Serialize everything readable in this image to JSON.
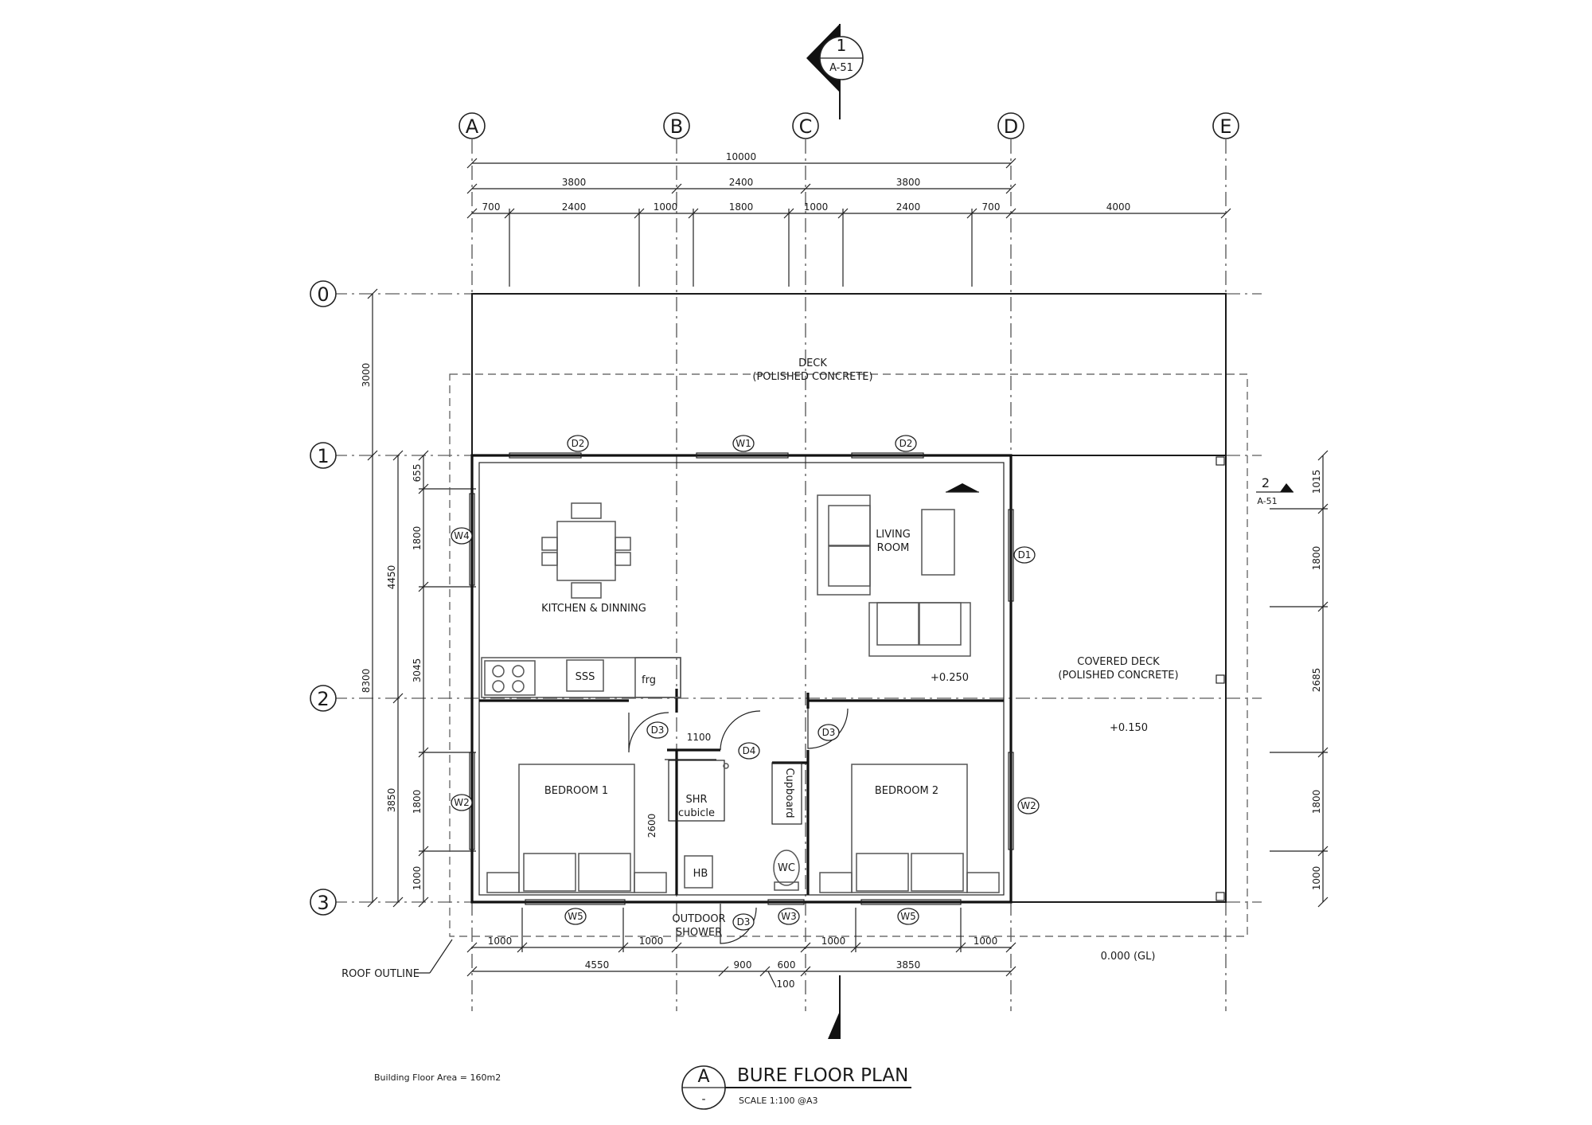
{
  "section_marker": {
    "number": "1",
    "sheet": "A-51"
  },
  "section_marker_side": {
    "number": "2",
    "sheet": "A-51"
  },
  "grid": {
    "columns": [
      "A",
      "B",
      "C",
      "D",
      "E"
    ],
    "rows": [
      "0",
      "1",
      "2",
      "3"
    ]
  },
  "dims": {
    "top_overall": "10000",
    "top_bays": [
      "3800",
      "2400",
      "3800"
    ],
    "top_openings": [
      "700",
      "2400",
      "1000",
      "1800",
      "1000",
      "2400",
      "700",
      "4000"
    ],
    "left_outer": [
      "3000",
      "8300"
    ],
    "left_mid": [
      "4450",
      "3850"
    ],
    "left_inner": [
      "655",
      "1800",
      "3045",
      "1800",
      "1000"
    ],
    "right": [
      "1015",
      "1800",
      "2685",
      "1800",
      "1000"
    ],
    "bottom_openings": [
      "1000",
      "1000",
      "1000",
      "1000"
    ],
    "bottom_bays": [
      "4550",
      "900",
      "600",
      "3850"
    ],
    "bottom_small": "100",
    "internal_1100": "1100",
    "internal_2600": "2600"
  },
  "rooms": {
    "deck_line1": "DECK",
    "deck_line2": "(POLISHED CONCRETE)",
    "kitchen": "KITCHEN & DINNING",
    "living_line1": "LIVING",
    "living_line2": "ROOM",
    "living_level": "+0.250",
    "covered_line1": "COVERED DECK",
    "covered_line2": "(POLISHED CONCRETE)",
    "covered_level": "+0.150",
    "bedroom1": "BEDROOM 1",
    "bedroom2": "BEDROOM 2",
    "shr_line1": "SHR",
    "shr_line2": "cubicle",
    "cupboard": "Cupboard",
    "hb": "HB",
    "wc": "WC",
    "sss": "SSS",
    "frg": "frg",
    "outdoor_line1": "OUTDOOR",
    "outdoor_line2": "SHOWER",
    "ground_level": "0.000 (GL)",
    "roof_outline": "ROOF OUTLINE"
  },
  "tags": {
    "d1": "D1",
    "d2": "D2",
    "d3": "D3",
    "d4": "D4",
    "w1": "W1",
    "w2": "W2",
    "w3": "W3",
    "w4": "W4",
    "w5": "W5"
  },
  "title_block": {
    "ref": "A",
    "ref_sub": "-",
    "title": "BURE FLOOR PLAN",
    "scale": "SCALE  1:100 @A3",
    "area_note": "Building Floor Area = 160m2"
  }
}
